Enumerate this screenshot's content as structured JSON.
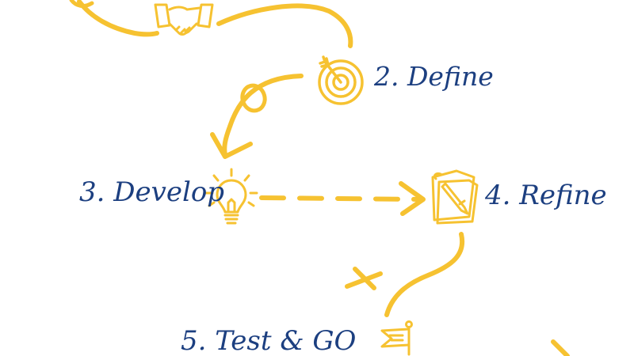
{
  "steps": [
    {
      "id": "define",
      "label": "2. Define",
      "icon": "target-icon"
    },
    {
      "id": "develop",
      "label": "3. Develop",
      "icon": "lightbulb-icon"
    },
    {
      "id": "refine",
      "label": "4. Refine",
      "icon": "notepad-pencil-icon"
    },
    {
      "id": "test",
      "label": "5. Test & GO",
      "icon": "flag-icon"
    }
  ],
  "partial_icons": [
    "handshake-icon"
  ],
  "colors": {
    "ink_blue": "#1c3f80",
    "marker_yellow": "#f6c231",
    "background": "#ffffff"
  }
}
